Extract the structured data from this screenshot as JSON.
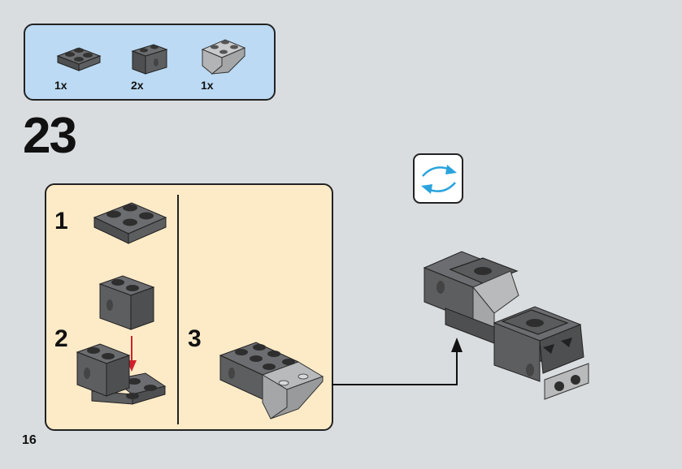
{
  "parts_list": {
    "items": [
      {
        "name": "2x2 plate",
        "color": "dark gray",
        "quantity": "1x"
      },
      {
        "name": "1x2 technic brick with hole",
        "color": "dark gray",
        "quantity": "2x"
      },
      {
        "name": "2x2 inverted slope",
        "color": "light gray",
        "quantity": "1x"
      }
    ]
  },
  "step": {
    "number": "23"
  },
  "rotate_icon": {
    "label": "rotate-model"
  },
  "substeps": [
    {
      "number": "1"
    },
    {
      "number": "2"
    },
    {
      "number": "3"
    }
  ],
  "page": {
    "number": "16"
  },
  "colors": {
    "background": "#d9dde0",
    "parts_box": "#bcdaf3",
    "substep_panel": "#fdebc8",
    "dark_gray_brick": "#5b5c5e",
    "light_gray_brick": "#b9babb",
    "rotate_arrow": "#2aa3dd",
    "insert_arrow": "#d0202a"
  }
}
